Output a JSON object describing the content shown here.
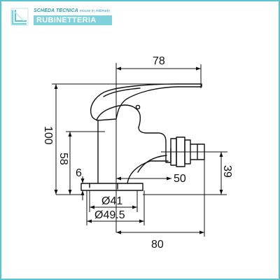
{
  "header": {
    "title": "SCHEDA TECNICA",
    "subtitle": "misure in millimetri",
    "band": "RUBINETTERIA"
  },
  "colors": {
    "accent": "#5bc3cf",
    "band": "#7fd2dc",
    "line": "#111111"
  },
  "icons": {
    "logo": "brand-logo-icon"
  },
  "dimensions": {
    "width_top": "78",
    "height_total": "100",
    "height_body": "58",
    "base_thickness": "6",
    "spout_reach": "50",
    "spout_height": "39",
    "diameter_inner": "Ø41",
    "diameter_outer": "Ø49.5",
    "width_total": "80"
  }
}
